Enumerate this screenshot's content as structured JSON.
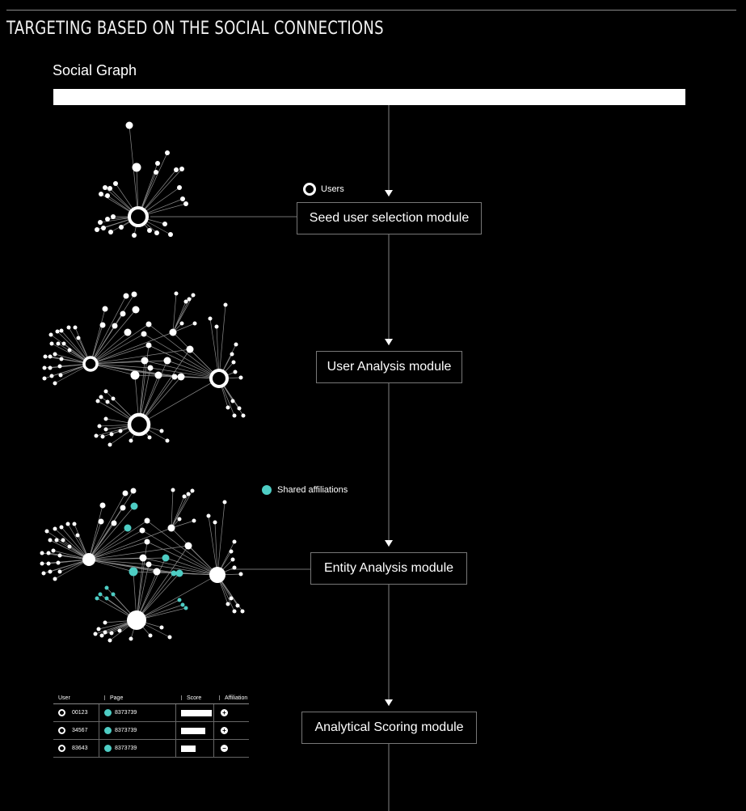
{
  "title": "TARGETING BASED ON THE SOCIAL CONNECTIONS",
  "subtitle": "Social Graph",
  "colors": {
    "teal": "#4ecdc4",
    "background": "#000000",
    "foreground": "#ffffff"
  },
  "modules": {
    "seed": "Seed user selection module",
    "user": "User Analysis module",
    "entity": "Entity Analysis module",
    "scoring": "Analytical Scoring module"
  },
  "legend": {
    "users": "Users",
    "shared": "Shared affiliations"
  },
  "table": {
    "headers": [
      "User",
      "Page",
      "Score",
      "Affiliation"
    ],
    "rows": [
      {
        "user": "00123",
        "page": "8373739",
        "score": 0.95,
        "affiliation": "plus"
      },
      {
        "user": "34567",
        "page": "8373739",
        "score": 0.75,
        "affiliation": "plus"
      },
      {
        "user": "83643",
        "page": "8373739",
        "score": 0.45,
        "affiliation": "minus"
      }
    ]
  }
}
